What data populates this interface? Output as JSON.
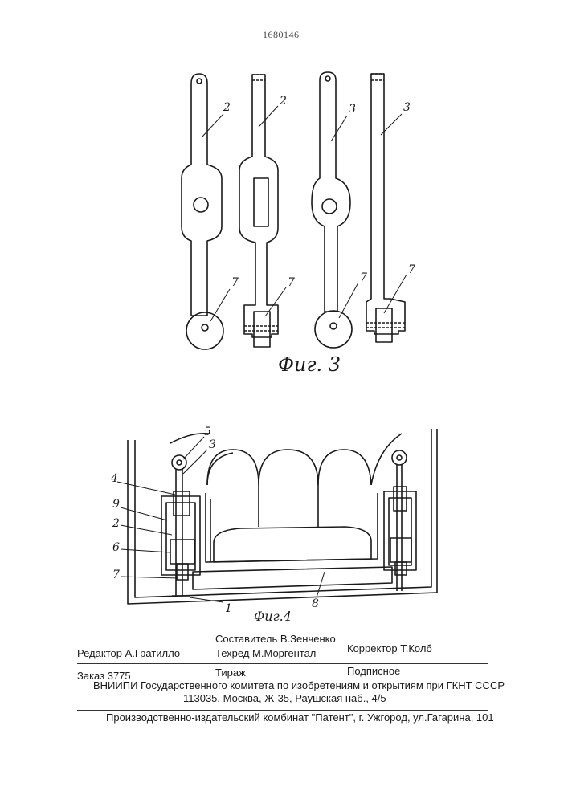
{
  "header": {
    "page_number": "1680146"
  },
  "figure3": {
    "caption": "Фиг. 3",
    "labels": [
      "2",
      "2",
      "3",
      "3",
      "7",
      "7",
      "7",
      "7"
    ]
  },
  "figure4": {
    "caption": "Фиг.4",
    "labels": [
      "5",
      "3",
      "4",
      "9",
      "2",
      "6",
      "7",
      "1",
      "8"
    ]
  },
  "imprint": {
    "compiler": "Составитель  В.Зенченко",
    "editor": "Редактор  А.Гратилло",
    "techred": "Техред М.Моргентал",
    "corrector": "Корректор  Т.Колб",
    "order": "Заказ  3775",
    "circulation": "Тираж",
    "subscription": "Подписное",
    "vniipi": "ВНИИПИ Государственного комитета по изобретениям и открытиям при ГКНТ СССР",
    "address": "113035, Москва, Ж-35, Раушская наб., 4/5",
    "publisher": "Производственно-издательский комбинат \"Патент\", г. Ужгород, ул.Гагарина, 101"
  }
}
